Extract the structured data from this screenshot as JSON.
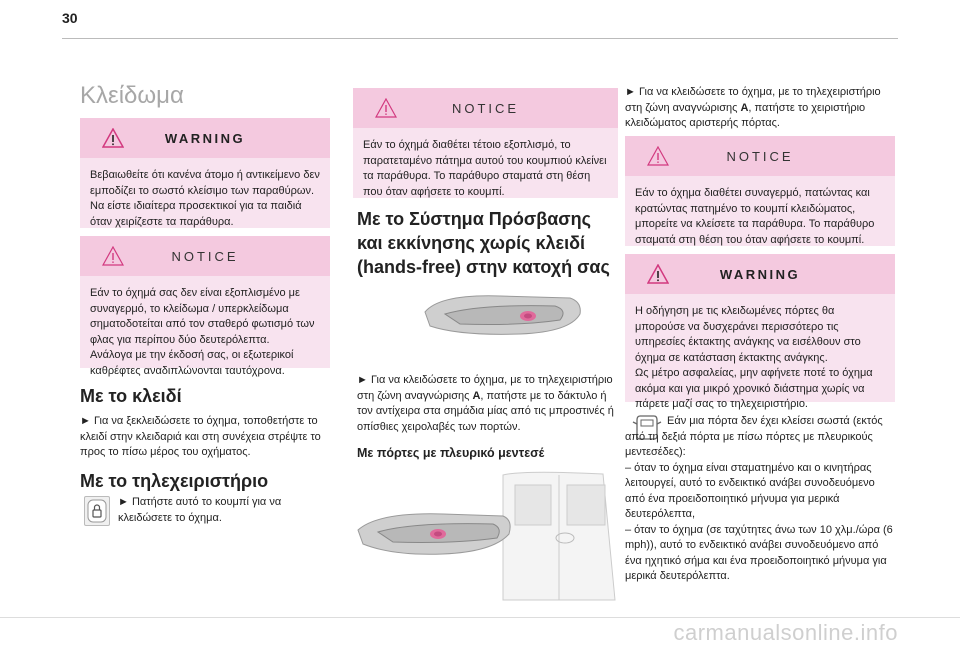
{
  "page_number": "30",
  "section_title": "Κλείδωμα",
  "warning1": {
    "label": "WARNING",
    "text": "Βεβαιωθείτε ότι κανένα άτομο ή αντικείμενο δεν εμποδίζει το σωστό κλείσιμο των παραθύρων.\nΝα είστε ιδιαίτερα προσεκτικοί για τα παιδιά όταν χειρίζεστε τα παράθυρα."
  },
  "notice1": {
    "label": "NOTICE",
    "text": "Εάν το όχημά σας δεν είναι εξοπλισμένο με συναγερμό, το κλείδωμα / υπερκλείδωμα σηματοδοτείται από τον σταθερό φωτισμό των φλας για περίπου δύο δευτερόλεπτα.\nΑνάλογα με την έκδοσή σας, οι εξωτερικοί καθρέφτες αναδιπλώνονται ταυτόχρονα."
  },
  "key_section": {
    "heading": "Με το κλειδί",
    "text": "► Για να ξεκλειδώσετε το όχημα, τοποθετήστε το κλειδί στην κλειδαριά και στη συνέχεια στρέψτε το προς το πίσω μέρος του οχήματος."
  },
  "remote_section": {
    "heading": "Με το τηλεχειριστήριο",
    "text": "► Πατήστε αυτό το κουμπί για να κλειδώσετε το όχημα."
  },
  "notice2": {
    "label": "NOTICE",
    "text": "Εάν το όχημά διαθέτει τέτοιο εξοπλισμό, το παρατεταμένο πάτημα αυτού του κουμπιού κλείνει τα παράθυρα. Το παράθυρο σταματά στη θέση που όταν αφήσετε το κουμπί."
  },
  "handsfree_section": {
    "heading": "Με το Σύστημα Πρόσβασης και εκκίνησης χωρίς κλειδί (hands-free) στην κατοχή σας",
    "text_before": "► Για να κλειδώσετε το όχημα, με το τηλεχειριστήριο στη ζώνη αναγνώρισης ",
    "text_bold": "A",
    "text_after": ", πατήστε με το δάκτυλο ή τον αντίχειρα στα σημάδια μίας από τις μπροστινές ή οπίσθιες χειρολαβές των πορτών.",
    "subheading": "Με πόρτες με πλευρικό μεντεσέ"
  },
  "col3_top": {
    "text_before": "► Για να κλειδώσετε το όχημα, με το τηλεχειριστήριο στη ζώνη αναγνώρισης ",
    "text_bold": "A",
    "text_after": ", πατήστε το χειριστήριο κλειδώματος αριστερής πόρτας."
  },
  "notice3": {
    "label": "NOTICE",
    "text": "Εάν το όχημα διαθέτει συναγερμό, πατώντας και κρατώντας πατημένο το κουμπί κλειδώματος, μπορείτε να κλείσετε τα παράθυρα. Το παράθυρο σταματά στη θέση του όταν αφήσετε το κουμπί."
  },
  "warning2": {
    "label": "WARNING",
    "text": "Η οδήγηση με τις κλειδωμένες πόρτες θα μπορούσε να δυσχεράνει περισσότερο τις υπηρεσίες έκτακτης ανάγκης να εισέλθουν στο όχημα σε κατάσταση έκτακτης ανάγκης.\nΩς μέτρο ασφαλείας, μην αφήνετε ποτέ το όχημα ακόμα και για μικρό χρονικό διάστημα χωρίς να πάρετε μαζί σας το τηλεχειριστήριο."
  },
  "door_info": {
    "text": "Εάν μια πόρτα δεν έχει κλείσει σωστά (εκτός από τη δεξιά πόρτα με πίσω πόρτες με πλευρικούς μεντεσέδες):\n–  όταν το όχημα είναι σταματημένο και ο κινητήρας λειτουργεί, αυτό το ενδεικτικό ανάβει συνοδευόμενο από ένα προειδοποιητικό μήνυμα για μερικά δευτερόλεπτα,\n–  όταν το όχημα (σε ταχύτητες άνω των 10 χλμ./ώρα (6 mph)), αυτό το ενδεικτικό ανάβει συνοδευόμενο από ένα ηχητικό σήμα και ένα προειδοποιητικό μήνυμα για μερικά δευτερόλεπτα."
  },
  "watermark": "carmanualsonline.info",
  "colors": {
    "box_body": "#f8e3ef",
    "box_head": "#f4c9df",
    "title_grey": "#a7a7a7"
  }
}
